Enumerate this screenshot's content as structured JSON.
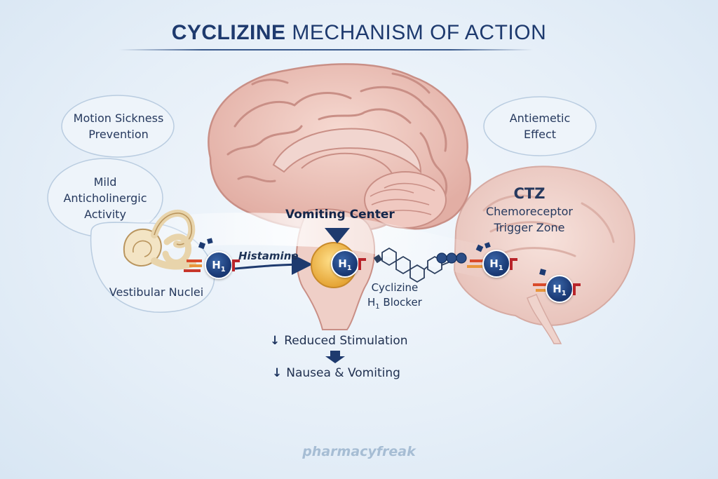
{
  "title": {
    "bold": "CYCLIZINE",
    "rest": "MECHANISM OF ACTION"
  },
  "bubbles": {
    "motion_sickness": {
      "line1": "Motion Sickness",
      "line2": "Prevention"
    },
    "anticholinergic": {
      "line1": "Mild",
      "line2": "Anticholinergic",
      "line3": "Activity"
    },
    "vestibular": "Vestibular Nuclei",
    "antiemetic": {
      "line1": "Antiemetic",
      "line2": "Effect"
    },
    "ctz": {
      "line1": "CTZ",
      "line2": "Chemoreceptor",
      "line3": "Trigger Zone"
    }
  },
  "labels": {
    "vomiting_center": "Vomiting Center",
    "histamine": "Histamine",
    "cyclizine_line1": "Cyclizine",
    "cyclizine_line2_prefix": "H",
    "cyclizine_line2_sub": "1",
    "cyclizine_line2_suffix": " Blocker"
  },
  "receptor": {
    "letter": "H",
    "sub": "1"
  },
  "outcomes": [
    {
      "arrow": "↓",
      "text": "Reduced Stimulation"
    },
    {
      "arrow": "↓",
      "text": "Nausea & Vomiting"
    }
  ],
  "watermark": "pharmacyfreak",
  "colors": {
    "navy": "#1c3c78",
    "brain": "#edc4bb",
    "brain_dark": "#c98f86",
    "blocker_red": "#b8242a",
    "vomiting_center": "#f2c25a"
  }
}
